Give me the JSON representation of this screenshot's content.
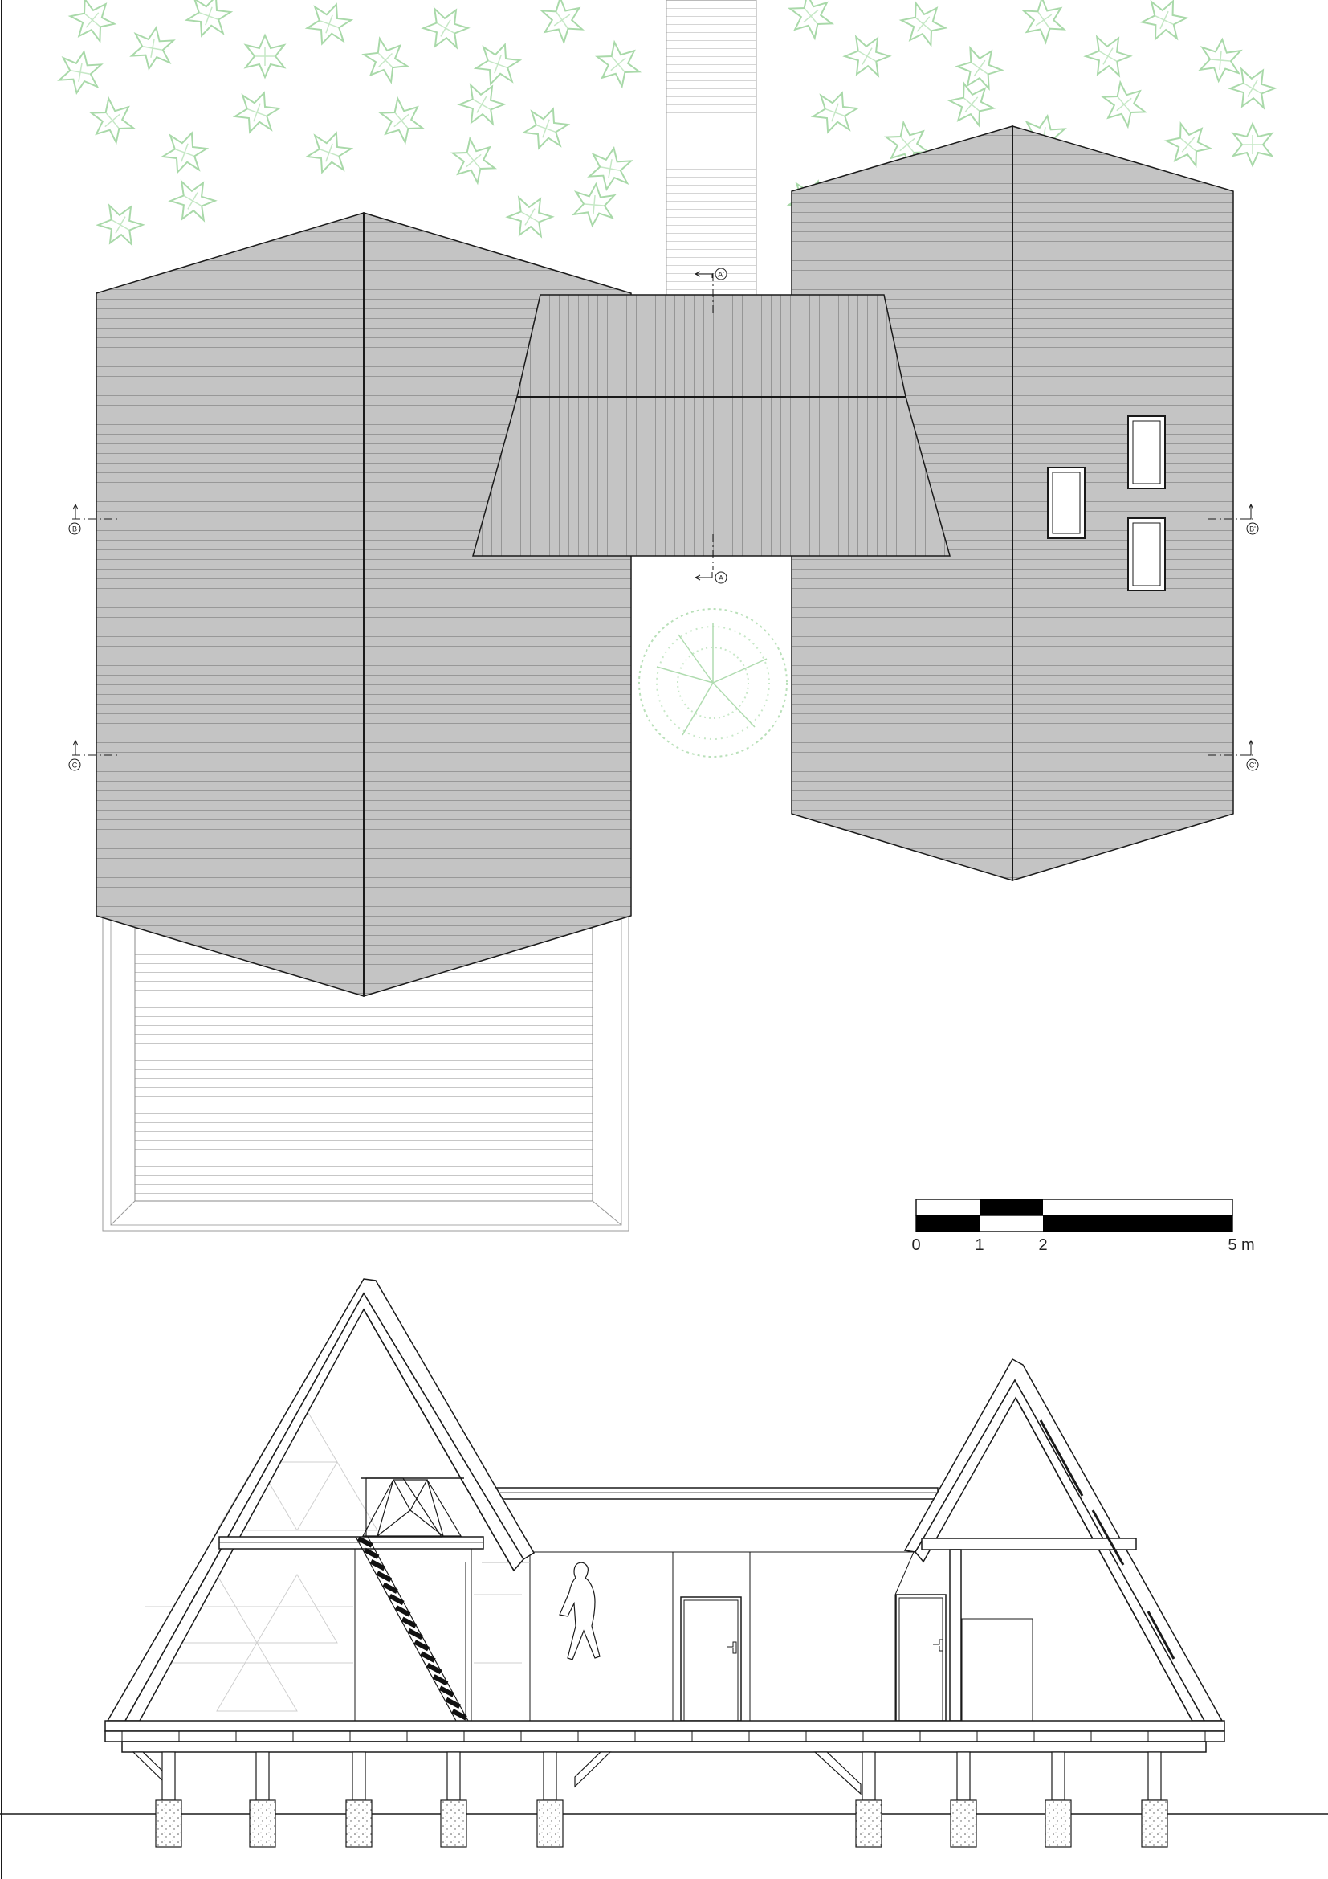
{
  "scale_bar": {
    "ticks": [
      "0",
      "1",
      "2"
    ],
    "end_label": "5 m"
  },
  "section_marks": {
    "a_bottom": "A",
    "a_top": "A'",
    "b_left": "B",
    "b_right": "B'",
    "c_left": "C",
    "c_right": "C'"
  },
  "colors": {
    "roof": "#c4c4c4",
    "line": "#1a1a1a",
    "tree": "#a9d9a9",
    "ground": "#ffffff"
  },
  "icons": [
    "section-arrow-icon",
    "tree-canopy-icon",
    "person-silhouette-icon",
    "door-icon",
    "skylight-icon"
  ]
}
